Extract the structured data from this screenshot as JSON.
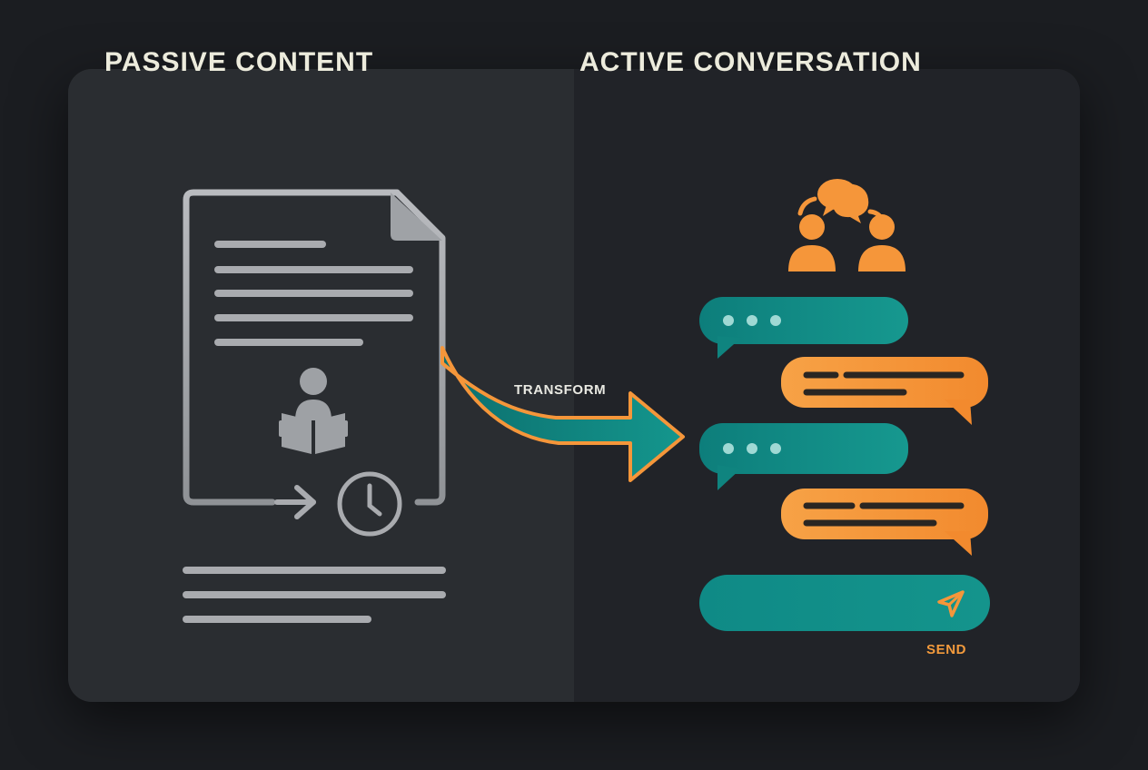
{
  "left_panel": {
    "title": "PASSIVE CONTENT"
  },
  "right_panel": {
    "title": "ACTIVE CONVERSATION"
  },
  "arrow": {
    "label": "TRANSFORM"
  },
  "composer": {
    "send_label": "SEND"
  },
  "colors": {
    "teal": "#13918a",
    "orange": "#f5963a",
    "silver": "#a9abaf",
    "heading": "#ecebdc"
  },
  "icons": [
    "document-icon",
    "reader-icon",
    "clock-icon",
    "people-icon",
    "speech-bubbles-icon",
    "send-icon"
  ]
}
